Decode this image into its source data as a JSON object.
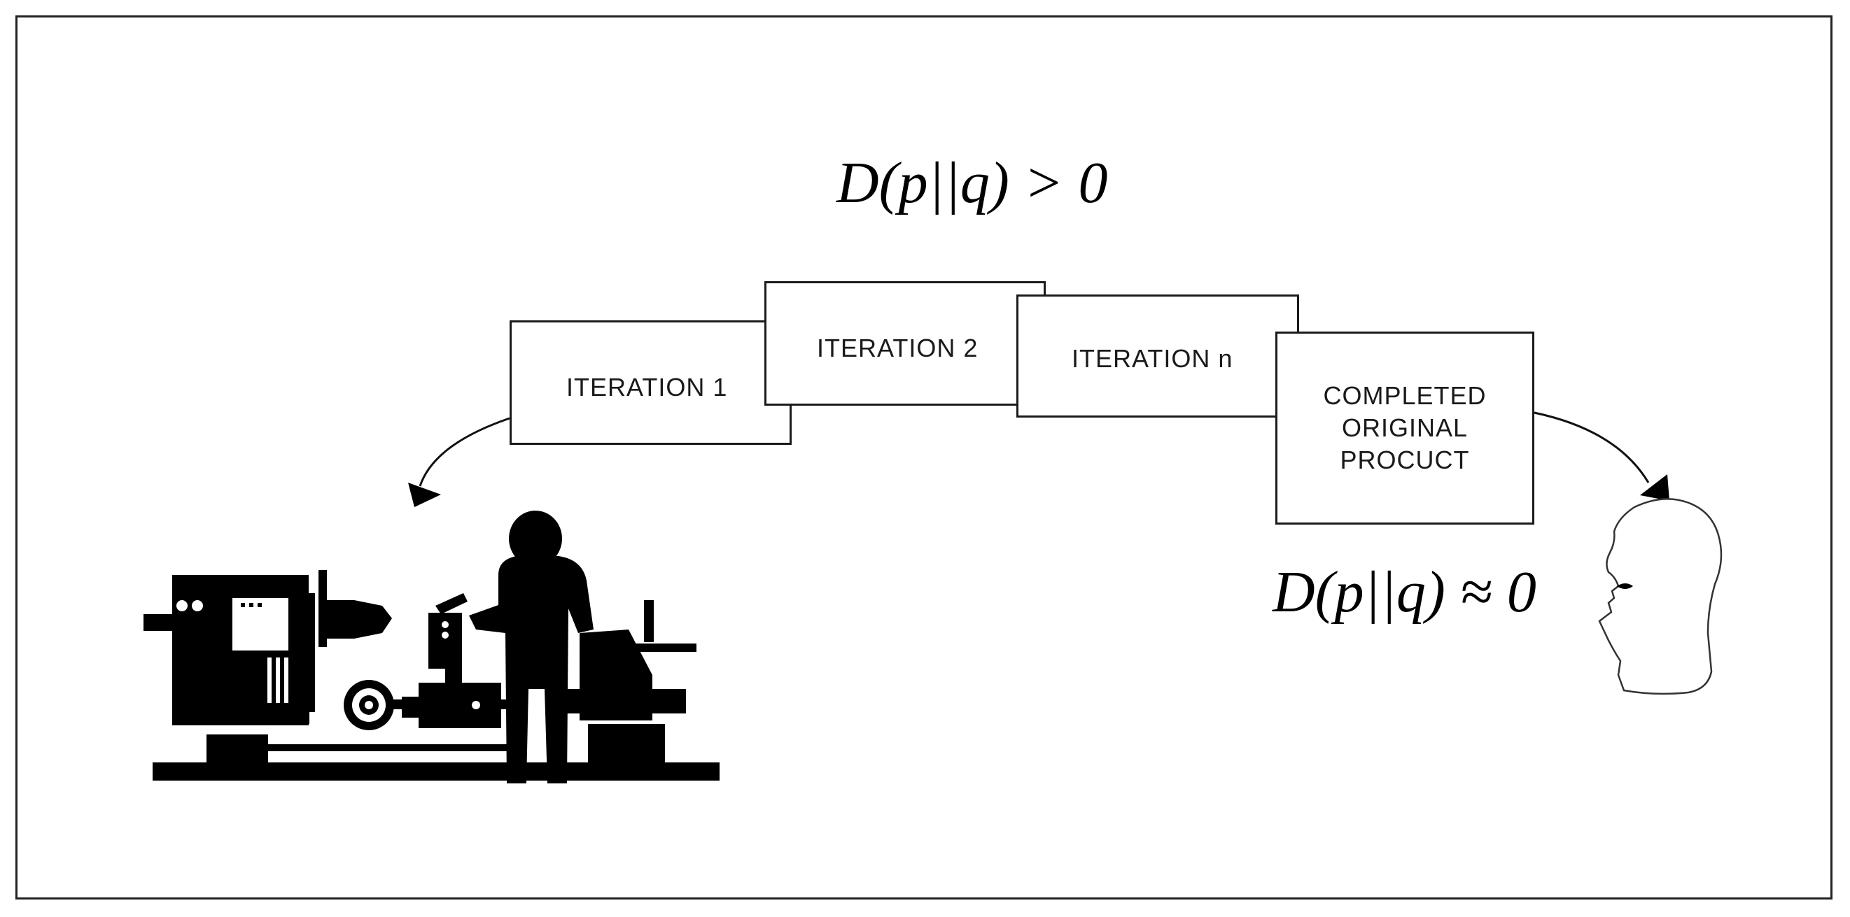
{
  "formulas": {
    "top": "D(p||q) > 0",
    "bottom": "D(p||q) ≈ 0"
  },
  "boxes": {
    "iteration_1": "ITERATION  1",
    "iteration_2": "ITERATION  2",
    "iteration_n": "ITERATION  n",
    "final_lines": [
      "COMPLETED",
      "ORIGINAL",
      "PROCUCT"
    ]
  },
  "icons": {
    "machinist": "machinist-at-lathe-icon",
    "viewer": "human-head-profile-icon"
  },
  "colors": {
    "ink": "#000000",
    "border": "#1a1a1a",
    "background": "#ffffff"
  }
}
